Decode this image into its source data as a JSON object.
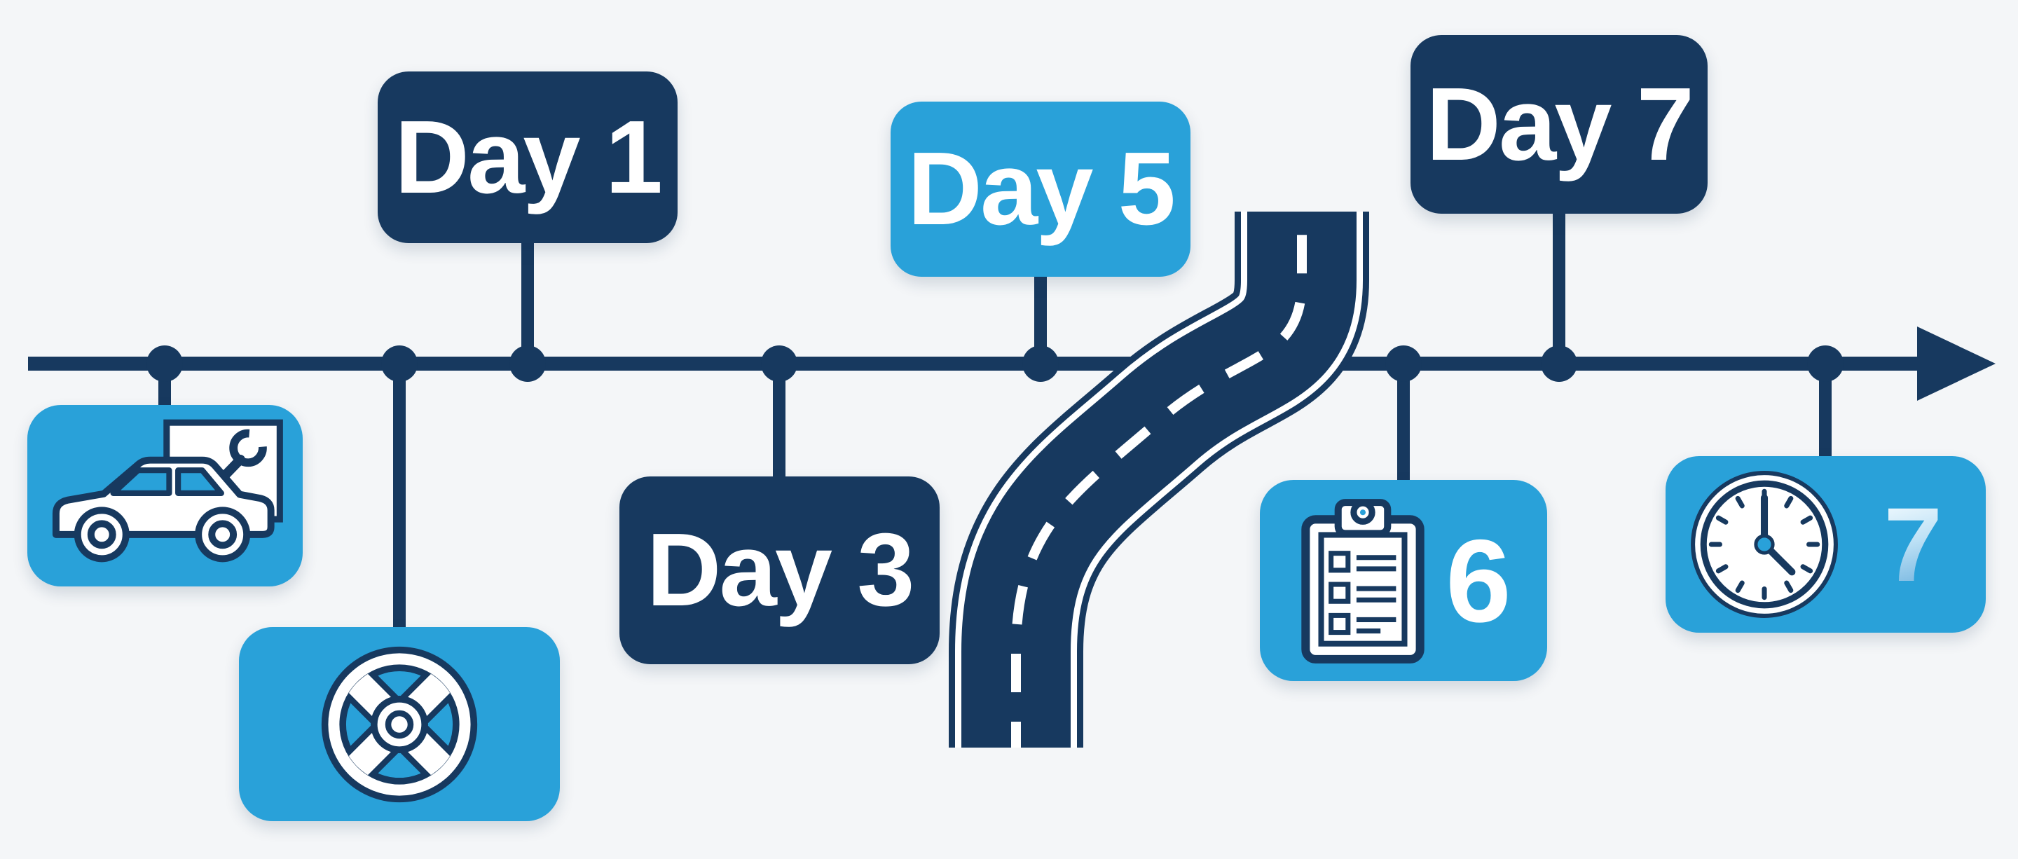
{
  "colors": {
    "navy": "#17395f",
    "light_blue": "#29a1d9",
    "background": "#f4f6f8",
    "label_text": "#ffffff"
  },
  "timeline": {
    "direction": "left-to-right",
    "day_labels": [
      {
        "label": "Day 1",
        "style": "navy"
      },
      {
        "label": "Day 3",
        "style": "navy"
      },
      {
        "label": "Day 5",
        "style": "light_blue"
      },
      {
        "label": "Day 7",
        "style": "navy"
      }
    ],
    "milestones": [
      {
        "icon": "car-service-icon"
      },
      {
        "icon": "wheel-icon"
      },
      {
        "icon": "checklist-clipboard-icon",
        "number": "6"
      },
      {
        "icon": "clock-icon",
        "number": "7"
      }
    ],
    "decorations": [
      "winding-road-graphic",
      "arrow-right-icon",
      "timeline-dots"
    ]
  }
}
